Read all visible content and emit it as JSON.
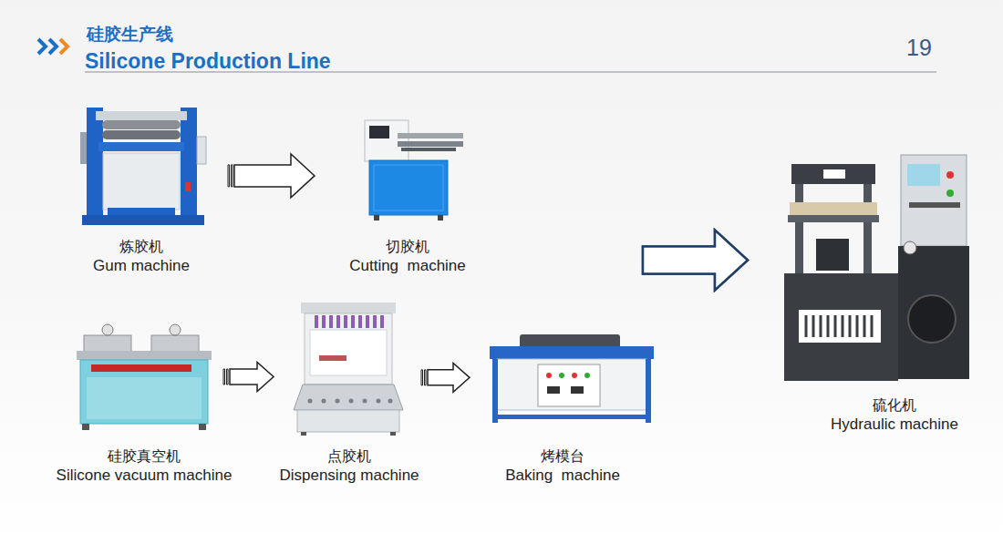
{
  "diagram": {
    "title": "硅胶生产线",
    "nodes": [
      {
        "text": [
          "炼胶机",
          "Gum machine"
        ]
      },
      {
        "text": [
          "切胶机",
          "Cutting  machine"
        ]
      },
      {
        "text": [
          "硅胶真空机",
          "Silicone vacuum machine"
        ]
      },
      {
        "text": [
          "点胶机",
          "Dispensing machine"
        ]
      },
      {
        "text": [
          "烤模台",
          "Baking  machine"
        ]
      },
      {
        "text": [
          "硫化机",
          "Hydraulic machine"
        ]
      }
    ],
    "edges": [
      {
        "from": 0,
        "to": 1,
        "arrow": "to"
      },
      {
        "from": 2,
        "to": 3,
        "arrow": "to"
      },
      {
        "from": 3,
        "to": 4,
        "arrow": "to"
      },
      {
        "from": 1,
        "to": 5,
        "arrow": "to"
      },
      {
        "from": 4,
        "to": 5,
        "arrow": "to"
      }
    ],
    "labels": [
      "Silicone Production Line",
      "19"
    ]
  }
}
